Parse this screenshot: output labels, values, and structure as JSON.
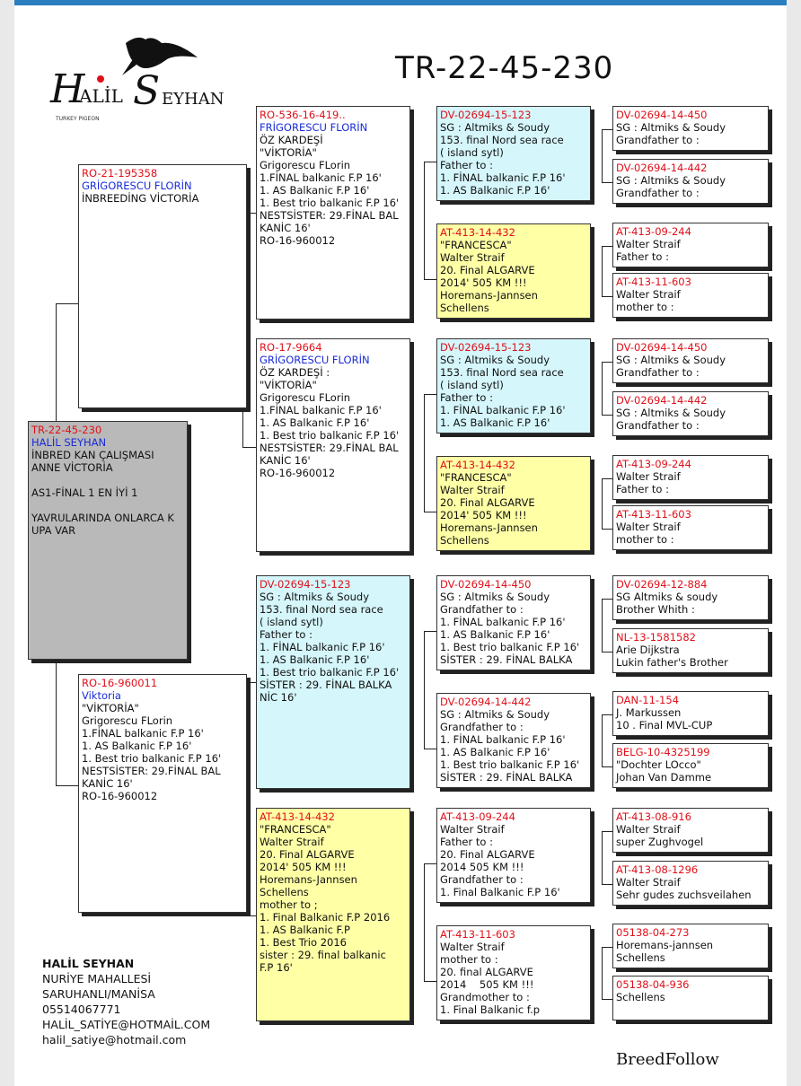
{
  "title": "TR-22-45-230",
  "logo": {
    "text_h": "H",
    "text_alil": "ALİL",
    "text_s": "S",
    "text_eyhan": "EYHAN",
    "subtitle": "TURKEY PIGEON"
  },
  "boxes": [
    {
      "id": "main",
      "lines": [
        "TR-22-45-230",
        "HALİL SEYHAN",
        "İNBRED KAN ÇALIŞMASI",
        "ANNE VİCTORİA",
        "",
        "AS1-FİNAL 1 EN İYİ 1",
        "",
        "YAVRULARINDA ONLARCA K",
        "UPA VAR"
      ],
      "red": [
        0
      ],
      "blue": [
        1
      ]
    },
    {
      "id": "sire",
      "lines": [
        "RO-21-195358",
        "GRİGORESCU FLORİN",
        "İNBREEDİNG VİCTORİA"
      ],
      "red": [
        0
      ],
      "blue": [
        1
      ]
    },
    {
      "id": "dam",
      "lines": [
        "RO-16-960011",
        "Viktoria",
        "\"VİKTORİA\"",
        "Grigorescu FLorin",
        "1.FİNAL balkanic F.P 16'",
        "1. AS Balkanic F.P 16'",
        "1. Best trio balkanic F.P 16'",
        "NESTSİSTER: 29.FİNAL BAL",
        "KANİC 16'",
        "RO-16-960012"
      ],
      "red": [
        0
      ],
      "blue": [
        1
      ]
    },
    {
      "id": "ss",
      "lines": [
        "RO-536-16-419..",
        "FRİGORESCU FLORİN",
        "ÖZ KARDEŞİ",
        "\"VİKTORİA\"",
        "Grigorescu FLorin",
        "1.FİNAL balkanic F.P 16'",
        "1. AS Balkanic F.P 16'",
        "1. Best trio balkanic F.P 16'",
        "NESTSİSTER: 29.FİNAL BAL",
        "KANİC 16'",
        "RO-16-960012"
      ],
      "red": [
        0
      ],
      "blue": [
        1
      ]
    },
    {
      "id": "sd",
      "lines": [
        "RO-17-9664",
        "GRİGORESCU FLORİN",
        "ÖZ KARDEŞİ :",
        "\"VİKTORİA\"",
        "Grigorescu FLorin",
        "1.FİNAL balkanic F.P 16'",
        "1. AS Balkanic F.P 16'",
        "1. Best trio balkanic F.P 16'",
        "NESTSİSTER: 29.FİNAL BAL",
        "KANİC 16'",
        "RO-16-960012"
      ],
      "red": [
        0
      ],
      "blue": [
        1
      ]
    },
    {
      "id": "ds",
      "lines": [
        "DV-02694-15-123",
        "SG : Altmiks & Soudy",
        "153. final Nord sea race",
        "( island sytl)",
        "Father to :",
        "1. FİNAL balkanic F.P 16'",
        "1. AS Balkanic F.P 16'",
        "1. Best trio balkanic F.P 16'",
        "SİSTER : 29. FİNAL BALKA",
        "NİC 16'"
      ],
      "red": [
        0
      ],
      "blue": []
    },
    {
      "id": "dd",
      "lines": [
        "AT-413-14-432",
        "\"FRANCESCA\"",
        "Walter Straif",
        "20. Final ALGARVE",
        "2014' 505 KM !!!",
        "Horemans-Jannsen",
        "Schellens",
        "mother to ;",
        "1. Final Balkanic F.P 2016",
        "1. AS Balkanic F.P",
        "1. Best Trio 2016",
        "sister : 29. final balkanic",
        "F.P 16'"
      ],
      "red": [
        0
      ],
      "blue": []
    },
    {
      "id": "sss",
      "lines": [
        "DV-02694-15-123",
        "SG : Altmiks & Soudy",
        "153. final Nord sea race",
        "( island sytl)",
        "Father to :",
        "1. FİNAL balkanic F.P 16'",
        "1. AS Balkanic F.P 16'"
      ],
      "red": [
        0
      ],
      "blue": []
    },
    {
      "id": "ssd",
      "lines": [
        "AT-413-14-432",
        "\"FRANCESCA\"",
        "Walter Straif",
        "20. Final ALGARVE",
        "2014' 505 KM !!!",
        "Horemans-Jannsen",
        "Schellens"
      ],
      "red": [
        0
      ],
      "blue": []
    },
    {
      "id": "sds",
      "lines": [
        "DV-02694-15-123",
        "SG : Altmiks & Soudy",
        "153. final Nord sea race",
        "( island sytl)",
        "Father to :",
        "1. FİNAL balkanic F.P 16'",
        "1. AS Balkanic F.P 16'"
      ],
      "red": [
        0
      ],
      "blue": []
    },
    {
      "id": "sdd",
      "lines": [
        "AT-413-14-432",
        "\"FRANCESCA\"",
        "Walter Straif",
        "20. Final ALGARVE",
        "2014' 505 KM !!!",
        "Horemans-Jannsen",
        "Schellens"
      ],
      "red": [
        0
      ],
      "blue": []
    },
    {
      "id": "dss",
      "lines": [
        "DV-02694-14-450",
        "SG : Altmiks & Soudy",
        "Grandfather to :",
        "1. FİNAL balkanic F.P 16'",
        "1. AS Balkanic F.P 16'",
        "1. Best trio balkanic F.P 16'",
        "SİSTER : 29. FİNAL BALKA"
      ],
      "red": [
        0
      ],
      "blue": []
    },
    {
      "id": "dsd",
      "lines": [
        "DV-02694-14-442",
        "SG : Altmiks & Soudy",
        "Grandfather to :",
        "1. FİNAL balkanic F.P 16'",
        "1. AS Balkanic F.P 16'",
        "1. Best trio balkanic F.P 16'",
        "SİSTER : 29. FİNAL BALKA"
      ],
      "red": [
        0
      ],
      "blue": []
    },
    {
      "id": "dds",
      "lines": [
        "AT-413-09-244",
        "Walter Straif",
        "Father to :",
        "20. Final ALGARVE",
        "2014 505 KM !!!",
        "Grandfather to :",
        "1. Final Balkanic F.P 16'"
      ],
      "red": [
        0
      ],
      "blue": []
    },
    {
      "id": "ddd",
      "lines": [
        "AT-413-11-603",
        "Walter Straif",
        "mother to :",
        "20. final ALGARVE",
        "2014    505 KM !!!",
        "Grandmother to :",
        "1. Final Balkanic f.p"
      ],
      "red": [
        0
      ],
      "blue": []
    },
    {
      "id": "g1",
      "lines": [
        "DV-02694-14-450",
        "SG : Altmiks & Soudy",
        "Grandfather to :"
      ],
      "red": [
        0
      ],
      "blue": []
    },
    {
      "id": "g2",
      "lines": [
        "DV-02694-14-442",
        "SG : Altmiks & Soudy",
        "Grandfather to :"
      ],
      "red": [
        0
      ],
      "blue": []
    },
    {
      "id": "g3",
      "lines": [
        "AT-413-09-244",
        "Walter Straif",
        "Father to :"
      ],
      "red": [
        0
      ],
      "blue": []
    },
    {
      "id": "g4",
      "lines": [
        "AT-413-11-603",
        "Walter Straif",
        "mother to :"
      ],
      "red": [
        0
      ],
      "blue": []
    },
    {
      "id": "g5",
      "lines": [
        "DV-02694-14-450",
        "SG : Altmiks & Soudy",
        "Grandfather to :"
      ],
      "red": [
        0
      ],
      "blue": []
    },
    {
      "id": "g6",
      "lines": [
        "DV-02694-14-442",
        "SG : Altmiks & Soudy",
        "Grandfather to :"
      ],
      "red": [
        0
      ],
      "blue": []
    },
    {
      "id": "g7",
      "lines": [
        "AT-413-09-244",
        "Walter Straif",
        "Father to :"
      ],
      "red": [
        0
      ],
      "blue": []
    },
    {
      "id": "g8",
      "lines": [
        "AT-413-11-603",
        "Walter Straif",
        "mother to :"
      ],
      "red": [
        0
      ],
      "blue": []
    },
    {
      "id": "g9",
      "lines": [
        "DV-02694-12-884",
        "SG Altmiks & soudy",
        "Brother Whith :"
      ],
      "red": [
        0
      ],
      "blue": []
    },
    {
      "id": "g10",
      "lines": [
        "NL-13-1581582",
        "Arie Dijkstra",
        "Lukin father's Brother"
      ],
      "red": [
        0
      ],
      "blue": []
    },
    {
      "id": "g11",
      "lines": [
        "DAN-11-154",
        "J. Markussen",
        "10 . Final MVL-CUP"
      ],
      "red": [
        0
      ],
      "blue": []
    },
    {
      "id": "g12",
      "lines": [
        "BELG-10-4325199",
        "\"Dochter LOcco\"",
        "Johan Van Damme"
      ],
      "red": [
        0
      ],
      "blue": []
    },
    {
      "id": "g13",
      "lines": [
        "AT-413-08-916",
        "Walter Straif",
        "super Zughvogel"
      ],
      "red": [
        0
      ],
      "blue": []
    },
    {
      "id": "g14",
      "lines": [
        "AT-413-08-1296",
        "Walter Straif",
        "Sehr gudes zuchsveilahen"
      ],
      "red": [
        0
      ],
      "blue": []
    },
    {
      "id": "g15",
      "lines": [
        "05138-04-273",
        "Horemans-jannsen",
        "Schellens"
      ],
      "red": [
        0
      ],
      "blue": []
    },
    {
      "id": "g16",
      "lines": [
        "05138-04-936",
        "Schellens"
      ],
      "red": [
        0
      ],
      "blue": []
    }
  ],
  "contact": [
    "HALİL SEYHAN",
    "NURİYE MAHALLESİ",
    "SARUHANLI/MANİSA",
    "05514067771",
    "HALİL_SATİYE@HOTMAİL.COM",
    "halil_satiye@hotmail.com"
  ],
  "footer": "BreedFollow"
}
